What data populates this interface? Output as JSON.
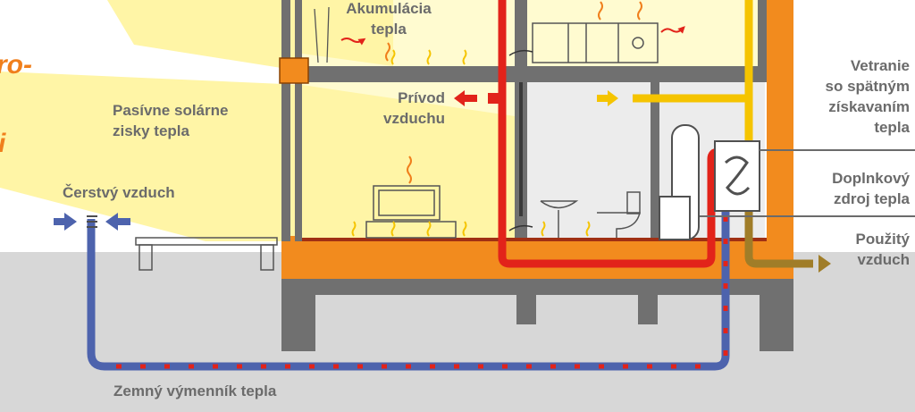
{
  "labels": {
    "akumulacia": "Akumulácia\ntepla",
    "privod": "Prívod\nvzduchu",
    "pasivne": "Pasívne solárne\nzisky tepla",
    "cerstvy": "Čerstvý vzduch",
    "vetranie": "Vetranie\nso spätným\nzískavaním\ntepla",
    "doplnkovy": "Doplnkový\nzdroj tepla",
    "pouzity": "Použitý\nvzduch",
    "zemny": "Zemný výmenník tepla"
  },
  "fragments": {
    "top": "ro-",
    "mid": "i"
  },
  "colors": {
    "sun": "#fff5a6",
    "wall": "#f28b1e",
    "ground": "#d7d7d7",
    "concrete": "#707070",
    "room": "#fffbd0",
    "supply_red": "#e2231a",
    "fresh_blue": "#4d63ad",
    "exhaust_yellow": "#f5c400",
    "used_brown": "#a07d28",
    "label_gray": "#6b6b6b",
    "heat_orange": "#f07f1c"
  },
  "icons": [
    "fresh-air-arrow-icon",
    "air-intake-grille-icon",
    "heat-recovery-unit-icon",
    "heat-wave-icon",
    "television-icon",
    "kitchen-icon",
    "washbasin-icon",
    "toilet-icon",
    "boiler-icon",
    "bench-icon"
  ]
}
